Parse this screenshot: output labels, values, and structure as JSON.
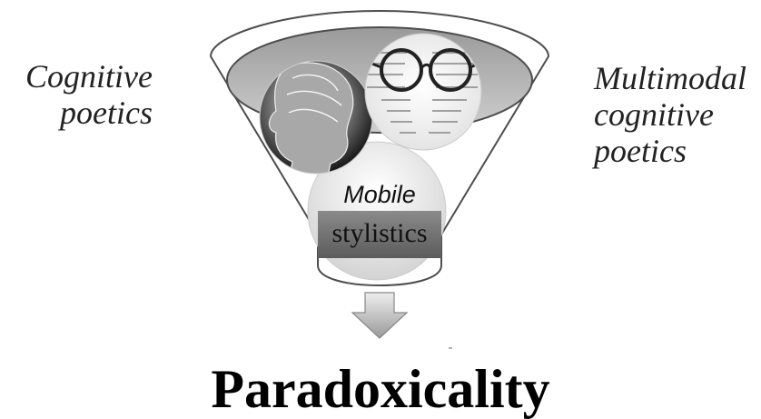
{
  "diagram": {
    "inputs": {
      "left": "Cognitive\npoetics",
      "right": "Multimodal\ncognitive\npoetics"
    },
    "center": {
      "line1": "Mobile",
      "line2": "stylistics"
    },
    "result": "Paradoxicality"
  },
  "colors": {
    "funnel_fill": "#b3b3b3",
    "rim_fill": "#f2f2f2",
    "outline": "#4d4d4d",
    "label_box": "#6e6e6e"
  },
  "icons": {
    "left_circle": "brain-head-icon",
    "right_circle": "glasses-text-icon",
    "arrow": "arrow-down-icon"
  }
}
